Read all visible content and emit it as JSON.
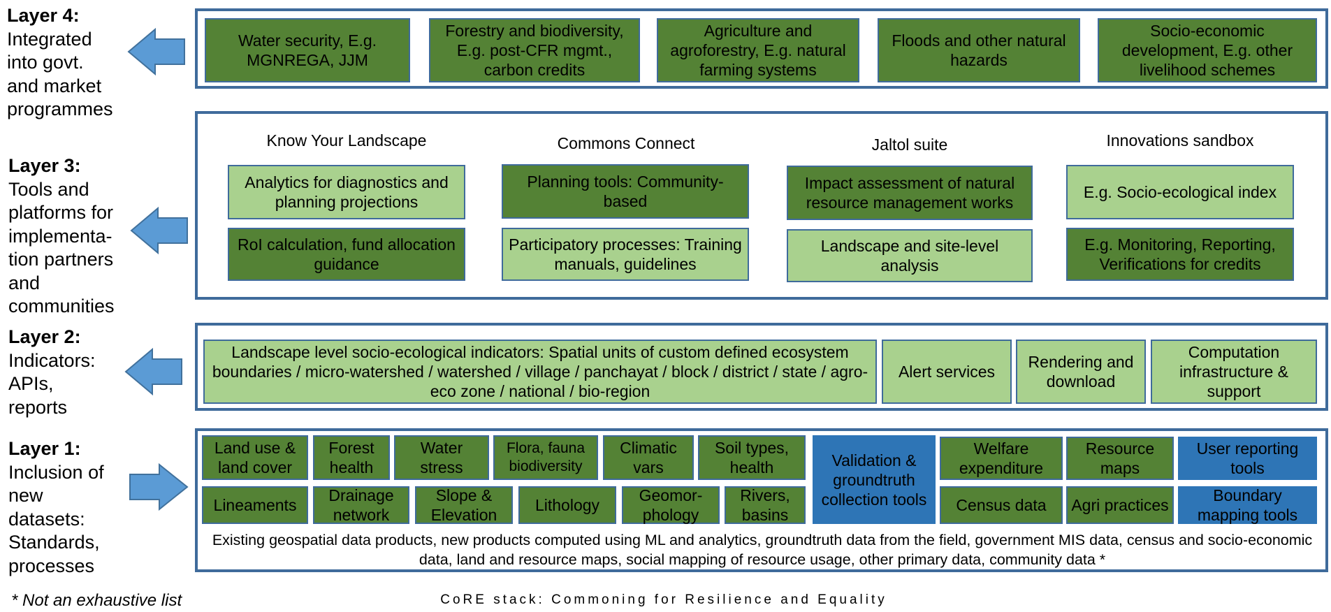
{
  "layer4": {
    "label_head": "Layer 4:",
    "label_lines": [
      "Integrated",
      "into govt.",
      "and market",
      "programmes"
    ],
    "boxes": [
      "Water security, E.g. MGNREGA, JJM",
      "Forestry and biodiversity, E.g. post-CFR mgmt., carbon credits",
      "Agriculture and agroforestry, E.g. natural farming systems",
      "Floods and other natural hazards",
      "Socio-economic development, E.g. other livelihood schemes"
    ]
  },
  "layer3": {
    "label_head": "Layer 3:",
    "label_lines": [
      "Tools and",
      "platforms for",
      "implementa-",
      "tion partners",
      "and",
      "communities"
    ],
    "columns": [
      {
        "title": "Know Your Landscape",
        "top": "Analytics for diagnostics and planning projections",
        "bottom": "RoI calculation, fund allocation guidance"
      },
      {
        "title": "Commons Connect",
        "top": "Planning tools: Community-based",
        "bottom": "Participatory processes: Training manuals, guidelines"
      },
      {
        "title": "Jaltol suite",
        "top": "Impact assessment of natural resource management works",
        "bottom": "Landscape and site-level analysis"
      },
      {
        "title": "Innovations sandbox",
        "top": "E.g. Socio-ecological index",
        "bottom": "E.g. Monitoring, Reporting, Verifications for credits"
      }
    ]
  },
  "layer2": {
    "label_head": "Layer 2:",
    "label_lines": [
      "Indicators:",
      "APIs,",
      "reports"
    ],
    "boxes": [
      "Landscape level socio-ecological indicators: Spatial units of custom defined ecosystem boundaries / micro-watershed / watershed / village / panchayat / block / district / state / agro-eco zone / national / bio-region",
      "Alert services",
      "Rendering and download",
      "Computation infrastructure & support"
    ]
  },
  "layer1": {
    "label_head": "Layer 1:",
    "label_lines": [
      "Inclusion of",
      "new",
      "datasets:",
      "Standards,",
      "processes"
    ],
    "boxes": {
      "land_use": "Land use & land cover",
      "forest": "Forest health",
      "water": "Water stress",
      "flora": "Flora, fauna biodiversity",
      "climatic": "Climatic vars",
      "soil": "Soil types, health",
      "lineaments": "Lineaments",
      "drainage": "Drainage network",
      "slope": "Slope & Elevation",
      "lithology": "Lithology",
      "geomorphology": "Geomor-phology",
      "rivers": "Rivers, basins",
      "validation": "Validation & groundtruth collection tools",
      "welfare": "Welfare expenditure",
      "resource": "Resource maps",
      "user_reporting": "User reporting tools",
      "census": "Census data",
      "agri": "Agri practices",
      "boundary": "Boundary mapping tools"
    },
    "note": "Existing geospatial data products, new products computed using ML and analytics, groundtruth data from the field, government MIS data, census and socio-economic data, land and resource maps, social mapping of resource usage, other primary data, community data *"
  },
  "footer": {
    "footnote": "* Not an exhaustive list",
    "caption": "CoRE stack: Commoning for Resilience and Equality"
  },
  "colors": {
    "dark_green": "#548235",
    "light_green": "#a9d18e",
    "blue": "#2e75b6",
    "frame": "#3f6b9b",
    "arrow": "#5b9bd5"
  }
}
